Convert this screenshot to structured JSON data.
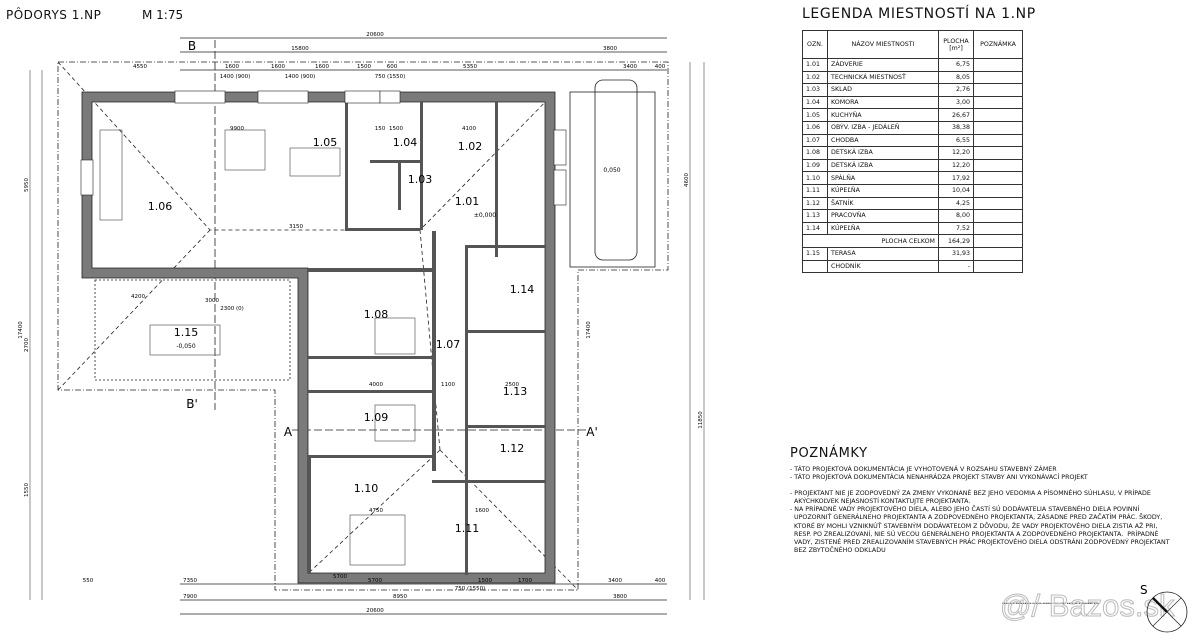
{
  "header": {
    "title": "PÔDORYS 1.NP",
    "scale": "M 1:75"
  },
  "legend": {
    "title": "LEGENDA MIESTNOSTÍ NA 1.NP",
    "columns": [
      "OZN.",
      "NÁZOV MIESTNOSTI",
      "PLOCHA [m²]",
      "POZNÁMKA"
    ],
    "rows": [
      [
        "1.01",
        "ZÁDVERIE",
        "6,75"
      ],
      [
        "1.02",
        "TECHNICKÁ MIESTNOSŤ",
        "8,05"
      ],
      [
        "1.03",
        "SKLAD",
        "2,76"
      ],
      [
        "1.04",
        "KOMORA",
        "3,00"
      ],
      [
        "1.05",
        "KUCHYŇA",
        "26,67"
      ],
      [
        "1.06",
        "OBÝV. IZBA - JEDÁLEŇ",
        "38,38"
      ],
      [
        "1.07",
        "CHODBA",
        "6,55"
      ],
      [
        "1.08",
        "DETSKÁ IZBA",
        "12,20"
      ],
      [
        "1.09",
        "DETSKÁ IZBA",
        "12,20"
      ],
      [
        "1.10",
        "SPÁLŇA",
        "17,92"
      ],
      [
        "1.11",
        "KÚPEĽŇA",
        "10,04"
      ],
      [
        "1.12",
        "ŠATNÍK",
        "4,25"
      ],
      [
        "1.13",
        "PRACOVŇA",
        "8,00"
      ],
      [
        "1.14",
        "KÚPEĽŇA",
        "7,52"
      ]
    ],
    "total_label": "PLOCHA CELKOM",
    "total_value": "164,29",
    "extra_rows": [
      [
        "1.15",
        "TERASA",
        "31,93"
      ],
      [
        "",
        "CHODNÍK",
        "-"
      ]
    ]
  },
  "notes": {
    "title": "POZNÁMKY",
    "group1": [
      "- TÁTO PROJEKTOVÁ DOKUMENTÁCIA JE VYHOTOVENÁ V ROZSAHU STAVEBNÝ ZÁMER",
      "- TÁTO PROJEKTOVÁ DOKUMENTÁCIA NENAHRÁDZA PROJEKT STAVBY ANI VYKONÁVACÍ PROJEKT"
    ],
    "group2": [
      "- PROJEKTANT NIE JE ZODPOVEDNÝ ZA ZMENY VYKONANÉ BEZ JEHO VEDOMIA A PÍSOMNÉHO SÚHLASU, V PRÍPADE",
      "  AKÝCHKOĽVEK NEJASNOSTÍ KONTAKTUJTE PROJEKTANTA.",
      "- NA PRÍPADNÉ VADY PROJEKTOVÉHO DIELA, ALEBO JEHO ČASTÍ SÚ DODÁVATELIA STAVEBNÉHO DIELA POVINNÍ",
      "  UPOZORNIŤ GENERÁLNEHO PROJEKTANTA A ZODPOVEDNÉHO PROJEKTANTA, ZÁSADNE PRED ZAČATÍM PRÁC. ŠKODY,",
      "  KTORÉ BY MOHLI VZNIKNÚŤ STAVEBNÝM DODÁVATEĽOM Z DÔVODU, ŽE VADY PROJEKTOVÉHO DIELA ZISTIA AŽ PRI,",
      "  RESP. PO ZREALIZOVANÍ, NIE SÚ VECOU GENERÁLNEHO PROJEKTANTA A ZODPOVEDNÉHO PROJEKTANTA.  PRÍPADNÉ",
      "  VADY, ZISTENÉ PRED ZREALIZOVANÍM STAVEBNÝCH PRÁC PROJEKTOVÉHO DIELA ODSTRÁNI ZODPOVEDNÝ PROJEKTANT",
      "  BEZ ZBYTOČNÉHO ODKLADU"
    ]
  },
  "plan": {
    "rooms": [
      "1.01",
      "1.02",
      "1.03",
      "1.04",
      "1.05",
      "1.06",
      "1.07",
      "1.08",
      "1.09",
      "1.10",
      "1.11",
      "1.12",
      "1.13",
      "1.14",
      "1.15"
    ],
    "levels": [
      "±0,000",
      "-0,050",
      "0,050"
    ],
    "sections": [
      "B",
      "B'",
      "A",
      "A'"
    ],
    "north": "S",
    "dims_top": [
      "20600",
      "15800",
      "3800",
      "4550",
      "1600",
      "1600",
      "1600",
      "1500",
      "600",
      "5350",
      "3400",
      "400",
      "1400 (900)",
      "1400 (900)",
      "750 (1550)"
    ],
    "dims_bottom": [
      "550",
      "7350",
      "5700",
      "1500",
      "1700",
      "3400",
      "400",
      "7900",
      "8950",
      "3800",
      "20600",
      "750 (1550)"
    ],
    "dims_inner": [
      "9900",
      "3150",
      "4200",
      "3000",
      "2300 (0)",
      "4000",
      "1100",
      "2500",
      "4750",
      "1600",
      "5700",
      "1500",
      "4100",
      "150"
    ],
    "dims_left": [
      "5950",
      "17400",
      "1550",
      "2700"
    ],
    "dims_right": [
      "4600",
      "11850",
      "17400"
    ]
  },
  "watermark": "@/ Bazos.sk",
  "colors": {
    "wall": "#7a7a7a",
    "line": "#222222"
  }
}
